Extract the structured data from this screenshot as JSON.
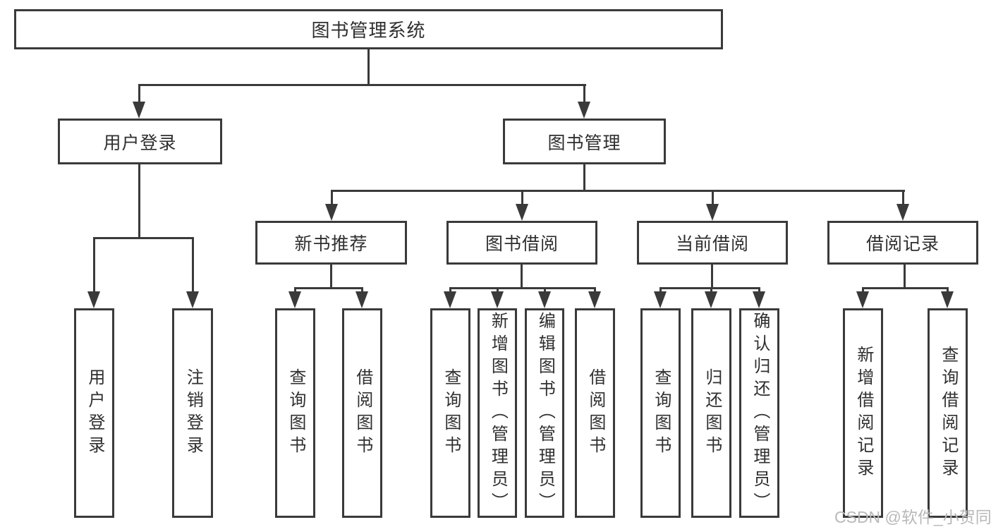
{
  "diagram": {
    "type": "tree",
    "title": "图书管理系统",
    "branches": [
      {
        "label": "用户登录",
        "children": [
          "用户登录",
          "注销登录"
        ]
      },
      {
        "label": "图书管理",
        "groups": [
          {
            "label": "新书推荐",
            "children": [
              "查询图书",
              "借阅图书"
            ]
          },
          {
            "label": "图书借阅",
            "children": [
              "查询图书",
              "新增图书（管理员）",
              "编辑图书（管理员）",
              "借阅图书"
            ]
          },
          {
            "label": "当前借阅",
            "children": [
              "查询图书",
              "归还图书",
              "确认归还（管理员）"
            ]
          },
          {
            "label": "借阅记录",
            "children": [
              "新增借阅记录",
              "查询借阅记录"
            ]
          }
        ]
      }
    ]
  },
  "watermark": {
    "text": "CSDN @软件_小贺同学"
  },
  "colors": {
    "line": "#3a3a3a",
    "text": "#2f2f2f",
    "box_background": "#ffffff",
    "page_background": "#ffffff",
    "watermark": "#b9b9b9"
  }
}
